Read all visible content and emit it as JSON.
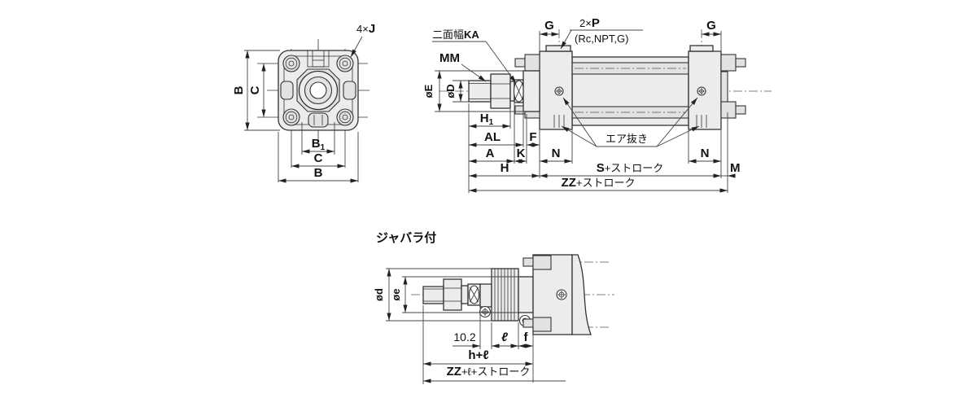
{
  "front_view": {
    "bolt_note_prefix": "4×",
    "bolt_note_letter": "J",
    "dim_b_left": "B",
    "dim_c_left": "C",
    "dim_b1_main": "B",
    "dim_b1_sub": "1",
    "dim_c_bottom": "C",
    "dim_b_bottom": "B"
  },
  "side_view": {
    "flats_label_prefix": "二面幅",
    "flats_label_letter": "KA",
    "rod_thread_label": "MM",
    "port_count_prefix": "2×",
    "port_letter": "P",
    "port_thread_note": "(Rc,NPT,G)",
    "dim_g_front": "G",
    "dim_g_rear": "G",
    "dim_rod_boss_dia": "øE",
    "dim_rod_dia": "øD",
    "dim_h1_main": "H",
    "dim_h1_sub": "1",
    "dim_al": "AL",
    "dim_f": "F",
    "dim_a": "A",
    "dim_k": "K",
    "dim_n_front": "N",
    "dim_n_rear": "N",
    "air_vent_label": "エア抜き",
    "dim_h": "H",
    "dim_s_main": "S",
    "dim_s_suffix": "+ストローク",
    "dim_m": "M",
    "dim_zz_main": "ZZ",
    "dim_zz_suffix": "+ストローク"
  },
  "bellows_view": {
    "title": "ジャバラ付",
    "dim_rod_dia": "ød",
    "dim_bellows_dia": "øe",
    "dim_collar": "10.2",
    "dim_bellows_len": "ℓ",
    "dim_f": "f",
    "dim_h_plus_l": "h+ℓ",
    "dim_zz_main": "ZZ",
    "dim_zz_suffix": "+ℓ+ストローク"
  }
}
